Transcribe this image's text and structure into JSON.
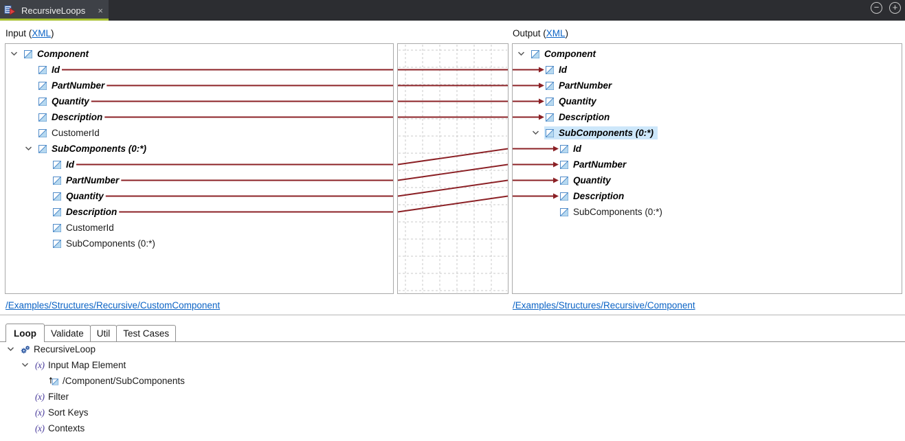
{
  "tab": {
    "title": "RecursiveLoops",
    "close_glyph": "×"
  },
  "window_controls": {
    "collapse_glyph": "−",
    "expand_glyph": "+"
  },
  "icons": {
    "fx_glyph": "(x)"
  },
  "colors": {
    "map_line": "#8b2025",
    "tab_accent": "#a6bf2f",
    "link": "#0b63c5",
    "selection": "#cde7fa",
    "node_icon_blue": "#4e8ac8",
    "fx_purple": "#4a3c9c"
  },
  "input_panel": {
    "header": {
      "prefix": "Input (",
      "link": "XML",
      "suffix": ")"
    },
    "footer_link": "/Examples/Structures/Recursive/CustomComponent",
    "tree": [
      {
        "label": "Component",
        "level": 0,
        "expanded": true,
        "mapped": true
      },
      {
        "label": "Id",
        "level": 1,
        "mapped": true
      },
      {
        "label": "PartNumber",
        "level": 1,
        "mapped": true
      },
      {
        "label": "Quantity",
        "level": 1,
        "mapped": true
      },
      {
        "label": "Description",
        "level": 1,
        "mapped": true
      },
      {
        "label": "CustomerId",
        "level": 1
      },
      {
        "label": "SubComponents (0:*)",
        "level": 1,
        "expanded": true,
        "mapped": true
      },
      {
        "label": "Id",
        "level": 2,
        "mapped": true
      },
      {
        "label": "PartNumber",
        "level": 2,
        "mapped": true
      },
      {
        "label": "Quantity",
        "level": 2,
        "mapped": true
      },
      {
        "label": "Description",
        "level": 2,
        "mapped": true
      },
      {
        "label": "CustomerId",
        "level": 2
      },
      {
        "label": "SubComponents (0:*)",
        "level": 2
      }
    ]
  },
  "output_panel": {
    "header": {
      "prefix": "Output (",
      "link": "XML",
      "suffix": ")"
    },
    "footer_link": "/Examples/Structures/Recursive/Component",
    "tree": [
      {
        "label": "Component",
        "level": 0,
        "expanded": true,
        "mapped": true
      },
      {
        "label": "Id",
        "level": 1,
        "mapped": true
      },
      {
        "label": "PartNumber",
        "level": 1,
        "mapped": true
      },
      {
        "label": "Quantity",
        "level": 1,
        "mapped": true
      },
      {
        "label": "Description",
        "level": 1,
        "mapped": true
      },
      {
        "label": "SubComponents (0:*)",
        "level": 1,
        "expanded": true,
        "mapped": true,
        "selected": true
      },
      {
        "label": "Id",
        "level": 2,
        "mapped": true
      },
      {
        "label": "PartNumber",
        "level": 2,
        "mapped": true
      },
      {
        "label": "Quantity",
        "level": 2,
        "mapped": true
      },
      {
        "label": "Description",
        "level": 2,
        "mapped": true
      },
      {
        "label": "SubComponents (0:*)",
        "level": 2
      }
    ]
  },
  "connections": [
    {
      "from": 1,
      "to": 1
    },
    {
      "from": 2,
      "to": 2
    },
    {
      "from": 3,
      "to": 3
    },
    {
      "from": 4,
      "to": 4
    },
    {
      "from": 7,
      "to": 6
    },
    {
      "from": 8,
      "to": 7
    },
    {
      "from": 9,
      "to": 8
    },
    {
      "from": 10,
      "to": 9
    }
  ],
  "bottom_panel": {
    "tabs": [
      {
        "label": "Loop",
        "active": true
      },
      {
        "label": "Validate"
      },
      {
        "label": "Util"
      },
      {
        "label": "Test Cases"
      }
    ],
    "tree": [
      {
        "label": "RecursiveLoop",
        "level": 0,
        "expanded": true,
        "icon": "loop"
      },
      {
        "label": "Input Map Element",
        "level": 1,
        "expanded": true,
        "icon": "fx"
      },
      {
        "label": "/Component/SubComponents",
        "level": 2,
        "icon": "element-arrow"
      },
      {
        "label": "Filter",
        "level": 1,
        "icon": "fx"
      },
      {
        "label": "Sort Keys",
        "level": 1,
        "icon": "fx"
      },
      {
        "label": "Contexts",
        "level": 1,
        "icon": "fx"
      }
    ]
  }
}
